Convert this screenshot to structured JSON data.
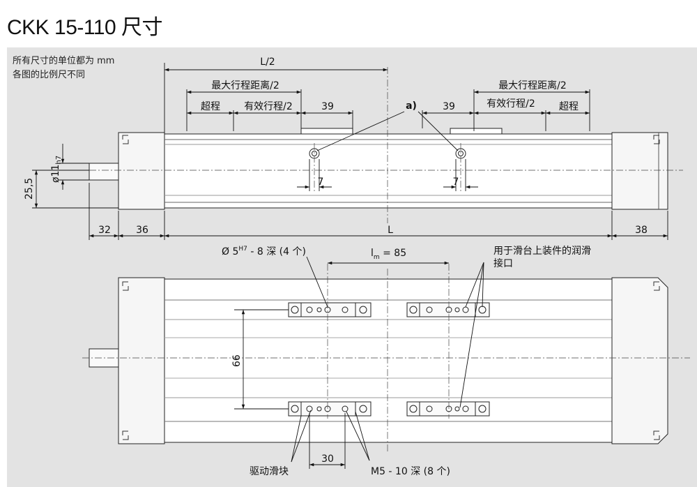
{
  "title": "CKK 15-110 尺寸",
  "notes": {
    "line1": "所有尺寸的单位都为 mm",
    "line2": "各图的比例尺不同"
  },
  "top_view": {
    "half_length": "L/2",
    "max_stroke_left": "最大行程距离/2",
    "max_stroke_right": "最大行程距离/2",
    "over_travel_left": "超程",
    "over_travel_right": "超程",
    "eff_stroke_left": "有效行程/2",
    "eff_stroke_right": "有效行程/2",
    "dim_39_left": "39",
    "dim_39_right": "39",
    "callout_a": "a)",
    "dim_7_left": "7",
    "dim_7_right": "7",
    "shaft_dia_main": "ø11",
    "shaft_dia_sub": "h7",
    "height_25_5": "25,5",
    "dim_32": "32",
    "dim_36": "36",
    "dim_L": "L",
    "dim_38": "38"
  },
  "bottom_view": {
    "bore_label": "Ø 5",
    "bore_sup": "H7",
    "bore_rest": " - 8 深 (4 个)",
    "lm_main": "l",
    "lm_sub": "m",
    "lm_value": " = 85",
    "lube_line1": "用于滑台上装件的润滑",
    "lube_line2": "接口",
    "dim_66": "66",
    "drive_block": "驱动滑块",
    "dim_30": "30",
    "m5_label": "M5 - 10 深 (8 个)"
  }
}
